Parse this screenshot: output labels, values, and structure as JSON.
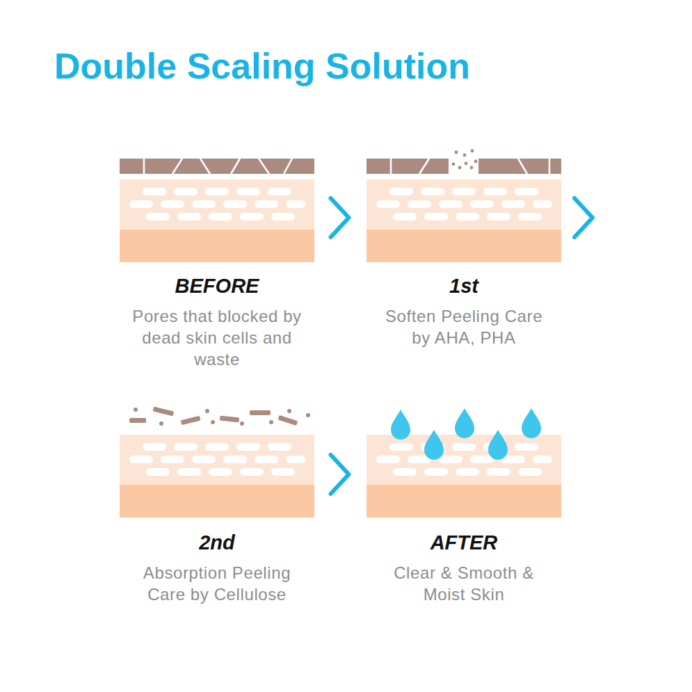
{
  "diagram": {
    "title": "Double Scaling Solution",
    "nodes": [
      {
        "text": [
          "BEFORE",
          "Pores that blocked by dead skin cells and waste"
        ]
      },
      {
        "text": [
          "1st",
          "Soften Peeling Care by AHA, PHA"
        ]
      },
      {
        "text": [
          "2nd",
          "Absorption Peeling Care by Cellulose"
        ]
      },
      {
        "text": [
          "AFTER",
          "Clear & Smooth & Moist Skin"
        ]
      }
    ],
    "edges": [
      {
        "from": 0,
        "to": 1,
        "arrow": "to"
      },
      {
        "from": 1,
        "to": 2,
        "arrow": "to"
      },
      {
        "from": 2,
        "to": 3,
        "arrow": "to"
      }
    ]
  }
}
